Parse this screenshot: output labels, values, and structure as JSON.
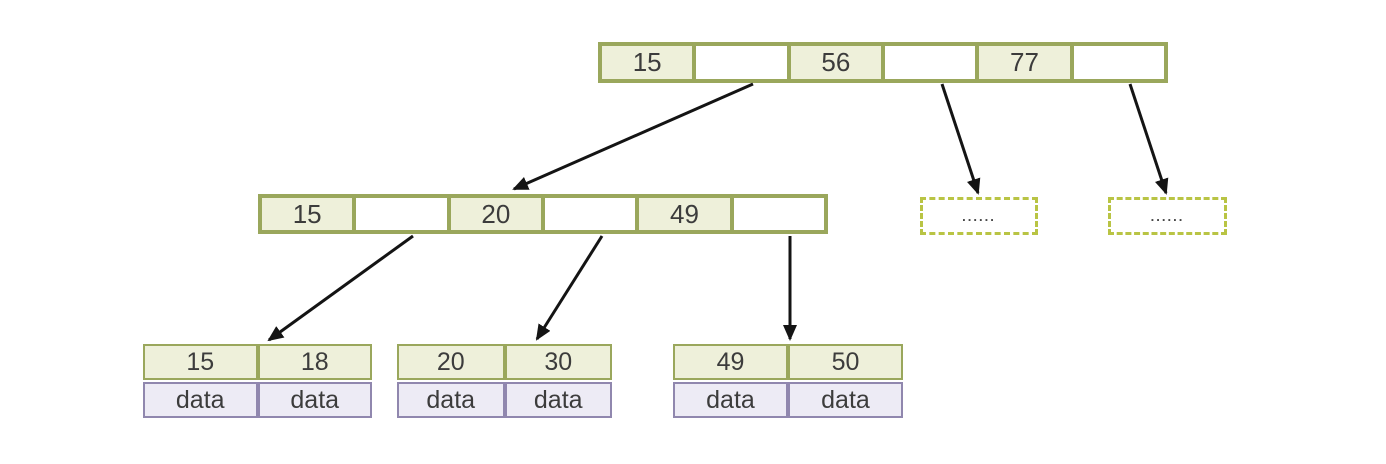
{
  "tree": {
    "root": {
      "cells": [
        "15",
        "",
        "56",
        "",
        "77",
        ""
      ]
    },
    "internal": {
      "cells": [
        "15",
        "",
        "20",
        "",
        "49",
        ""
      ]
    },
    "leaves": [
      {
        "keys": [
          "15",
          "18"
        ],
        "data": [
          "data",
          "data"
        ]
      },
      {
        "keys": [
          "20",
          "30"
        ],
        "data": [
          "data",
          "data"
        ]
      },
      {
        "keys": [
          "49",
          "50"
        ],
        "data": [
          "data",
          "data"
        ]
      }
    ],
    "ellipsis_nodes": [
      {
        "label": "......"
      },
      {
        "label": "......"
      }
    ],
    "edges": [
      {
        "from": "root-pointer-1",
        "to": "internal-node"
      },
      {
        "from": "root-pointer-2",
        "to": "ellipsis-node-1"
      },
      {
        "from": "root-pointer-3",
        "to": "ellipsis-node-2"
      },
      {
        "from": "internal-pointer-1",
        "to": "leaf-node-1"
      },
      {
        "from": "internal-pointer-2",
        "to": "leaf-node-2"
      },
      {
        "from": "internal-pointer-3",
        "to": "leaf-node-3"
      }
    ],
    "colors": {
      "node_border": "#9aa75c",
      "key_fill": "#eef0da",
      "pointer_fill": "#ffffff",
      "data_border": "#9087ae",
      "data_fill": "#edebf5",
      "dashed_border": "#b9c444",
      "arrow": "#141414",
      "text": "#3c3c3c",
      "background": "#ffffff"
    }
  }
}
